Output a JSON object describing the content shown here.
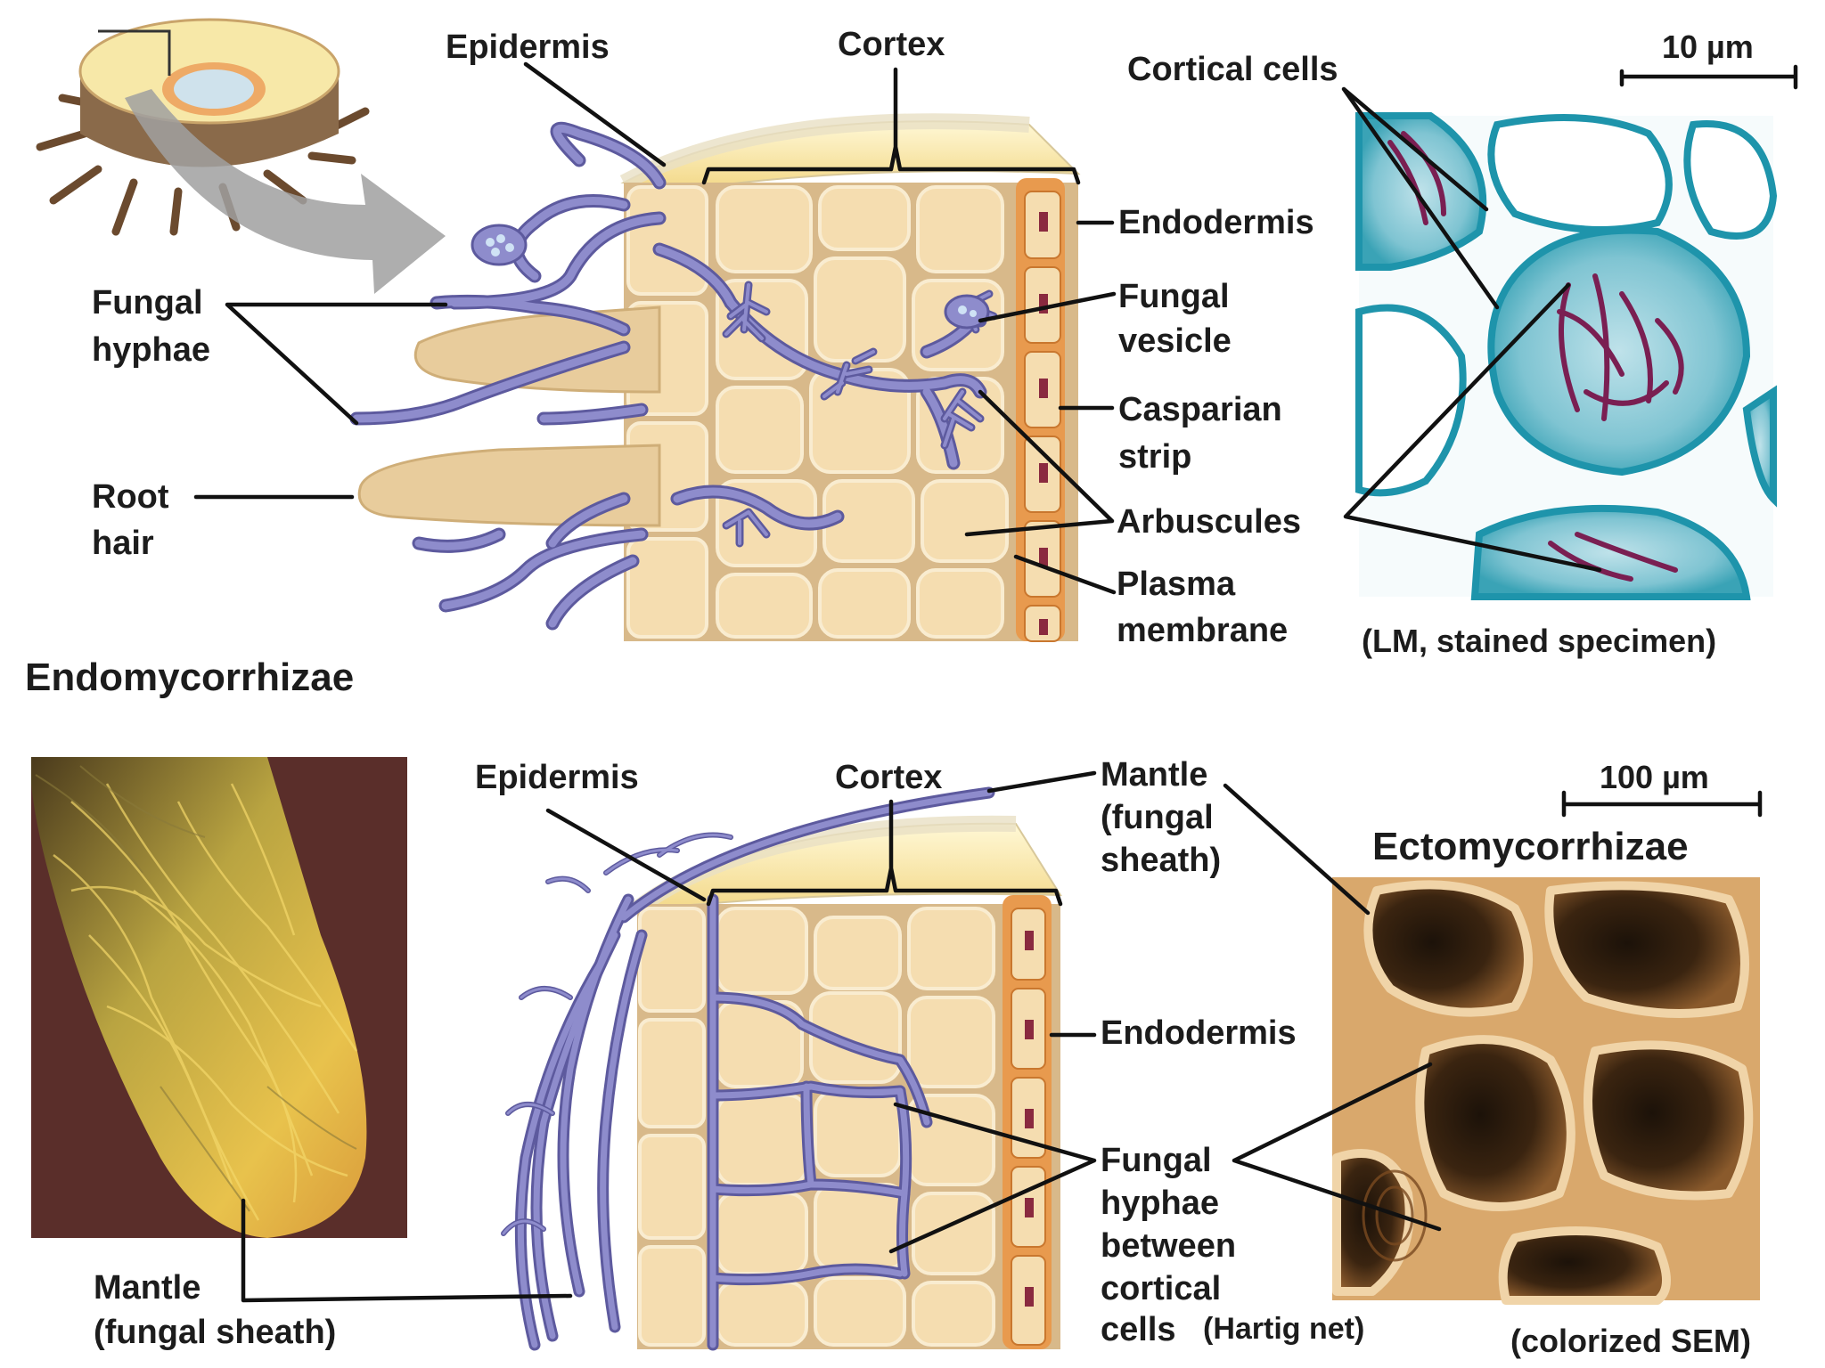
{
  "endo": {
    "section_title": "Endomycorrhizae",
    "labels": {
      "epidermis": "Epidermis",
      "cortex": "Cortex",
      "cortical_cells": "Cortical cells",
      "scale": "10 µm",
      "endodermis": "Endodermis",
      "fungal_vesicle_1": "Fungal",
      "fungal_vesicle_2": "vesicle",
      "casparian_1": "Casparian",
      "casparian_2": "strip",
      "arbuscules": "Arbuscules",
      "plasma_1": "Plasma",
      "plasma_2": "membrane",
      "fungal_hyphae_1": "Fungal",
      "fungal_hyphae_2": "hyphae",
      "root_hair_1": "Root",
      "root_hair_2": "hair",
      "micrograph_caption": "(LM, stained specimen)"
    }
  },
  "ecto": {
    "section_title": "Ectomycorrhizae",
    "labels": {
      "epidermis": "Epidermis",
      "cortex": "Cortex",
      "mantle_1": "Mantle",
      "mantle_2": "(fungal",
      "mantle_3": "sheath)",
      "scale": "100 µm",
      "endodermis": "Endodermis",
      "hyphae_1": "Fungal",
      "hyphae_2": "hyphae",
      "hyphae_3": "between",
      "hyphae_4": "cortical",
      "hyphae_5": "cells",
      "hartig": "(Hartig net)",
      "mantle_left_1": "Mantle",
      "mantle_left_2": "(fungal sheath)",
      "micrograph_caption": "(colorized SEM)"
    }
  },
  "colors": {
    "hyphae": "#8e8ccc",
    "cell_fill": "#f5ddb0",
    "endodermis": "#e89a4e",
    "casparian": "#8a2a3f",
    "hartig_text": "#2a2aa0",
    "lm_stain": "#2aa6b8",
    "sem_tint": "#c8955a"
  }
}
